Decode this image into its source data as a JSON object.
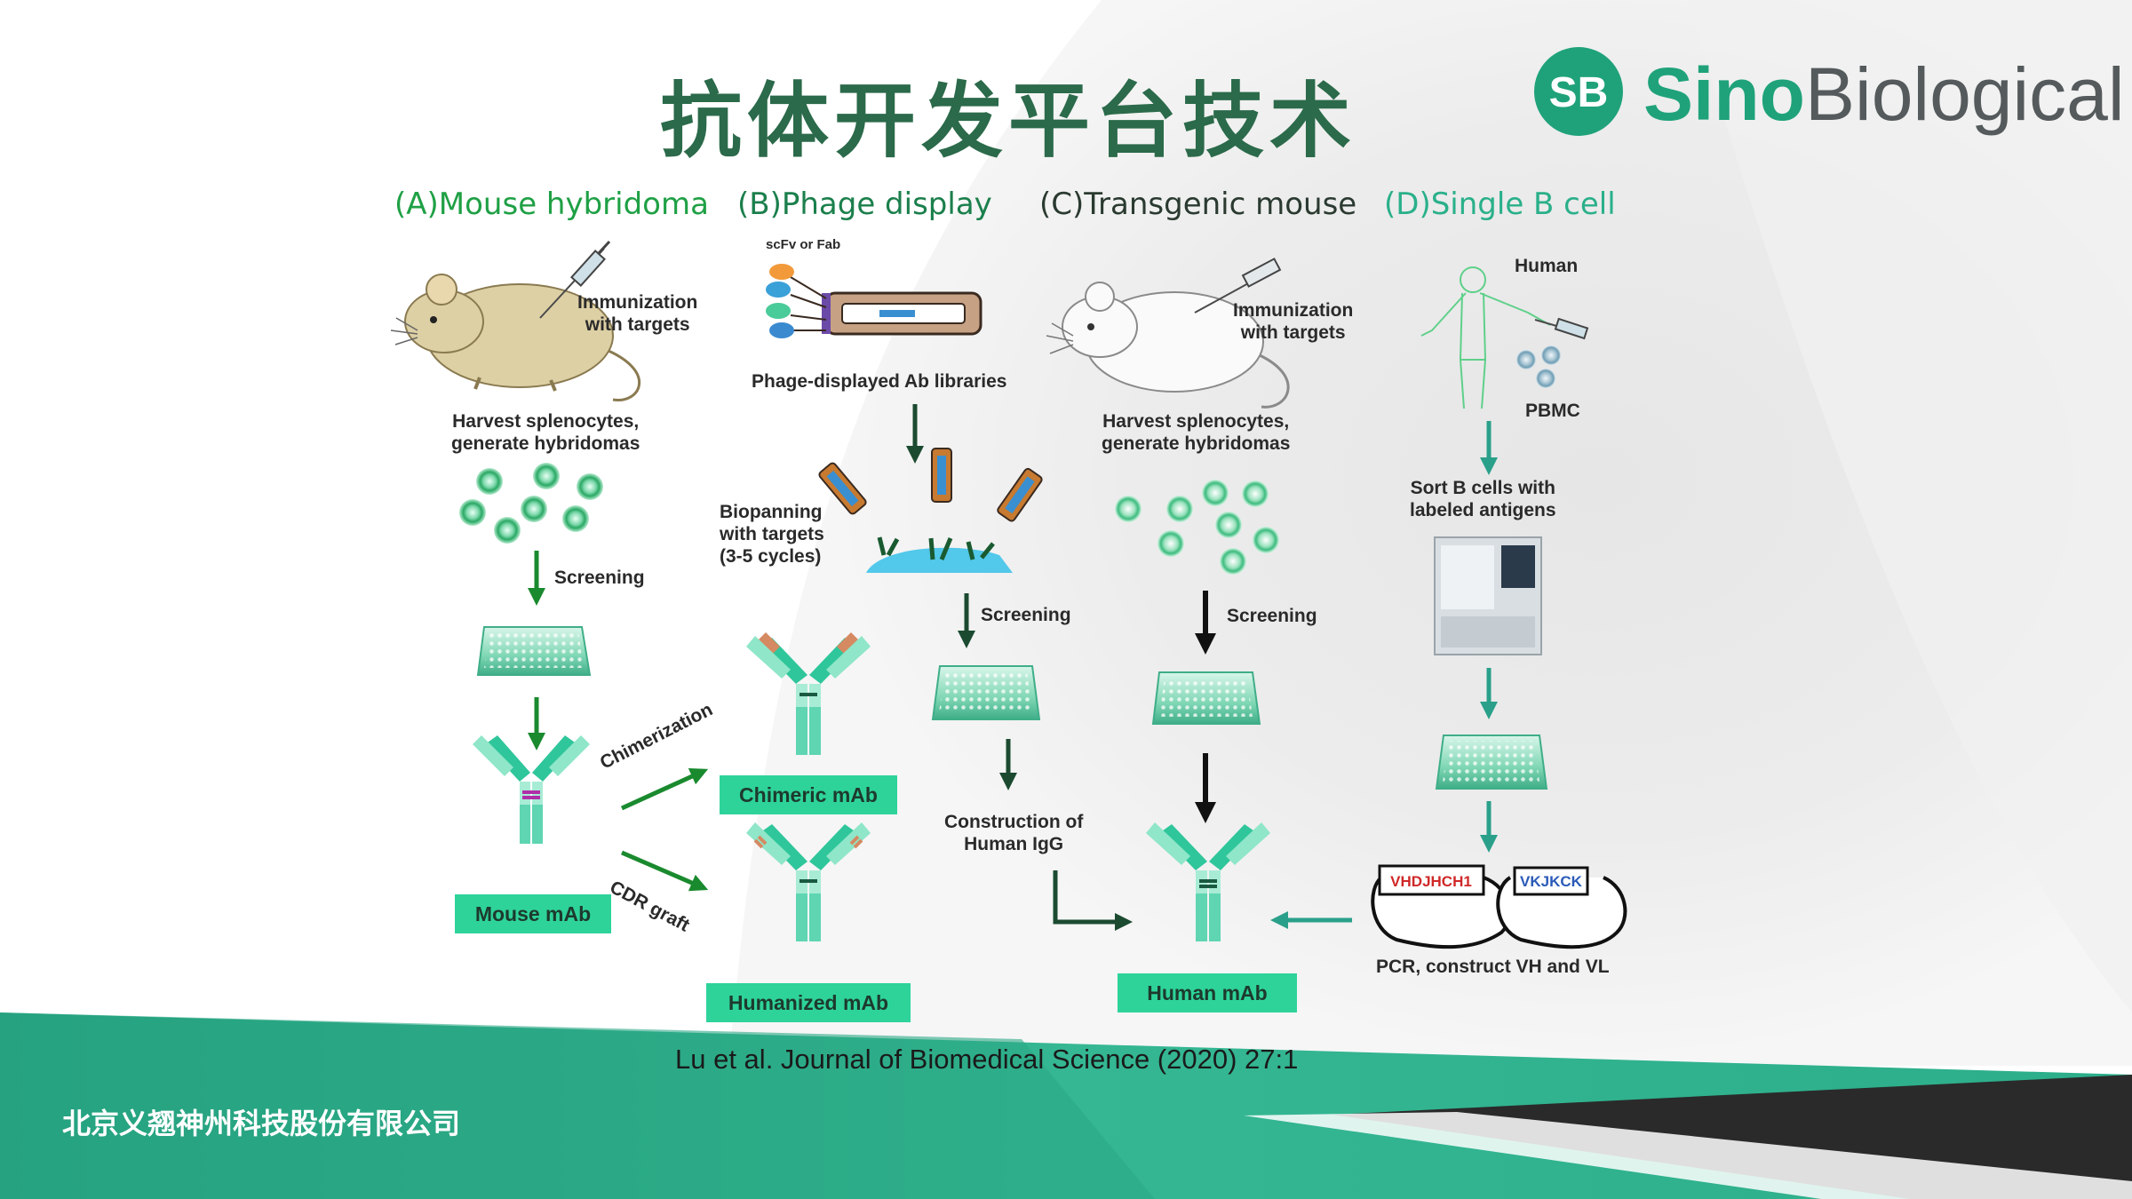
{
  "slide": {
    "title": "抗体开发平台技术",
    "company": "北京义翘神州科技股份有限公司",
    "citation": "Lu et al. Journal of Biomedical Science (2020) 27:1"
  },
  "logo": {
    "mark": "SB",
    "word_1": "Sino",
    "word_2": "Biological"
  },
  "colors": {
    "title": "#2b6a4a",
    "teal": "#1fa27a",
    "mab_box": "#2ed39a",
    "arrow_green": "#1a8a2e",
    "arrow_teal": "#2aa08a",
    "arrow_dark": "#1b4a30"
  },
  "panels": [
    {
      "id": "A",
      "title": "(A)Mouse hybridoma",
      "title_color": "#1fa045",
      "immunization": "Immunization\nwith targets",
      "harvest": "Harvest splenocytes,\ngenerate hybridomas",
      "screening": "Screening",
      "result": "Mouse mAb",
      "chimerization": "Chimerization",
      "cdr_graft": "CDR graft"
    },
    {
      "id": "B",
      "title": "(B)Phage display",
      "title_color": "#1b7f4c",
      "scfv": "scFv or Fab",
      "library": "Phage-displayed Ab libraries",
      "biopanning": "Biopanning\nwith targets\n(3-5 cycles)",
      "screening": "Screening",
      "chimeric": "Chimeric mAb",
      "humanized": "Humanized mAb",
      "construction": "Construction of\nHuman IgG"
    },
    {
      "id": "C",
      "title": "(C)Transgenic mouse",
      "title_color": "#2a3a30",
      "immunization": "Immunization\nwith targets",
      "harvest": "Harvest splenocytes,\ngenerate hybridomas",
      "screening": "Screening",
      "result": "Human mAb"
    },
    {
      "id": "D",
      "title": "(D)Single B cell",
      "title_color": "#2ab08a",
      "human": "Human",
      "pbmc": "PBMC",
      "sort": "Sort B cells with\nlabeled antigens",
      "heavy_label": "VHDJHCH1",
      "light_label": "VKJKCK",
      "pcr": "PCR, construct VH and VL"
    }
  ],
  "icons": [
    "syringe-icon",
    "mouse-icon",
    "cell-icon",
    "plate-icon",
    "antibody-icon",
    "phage-icon",
    "sorter-icon",
    "human-icon",
    "plasmid-icon"
  ]
}
